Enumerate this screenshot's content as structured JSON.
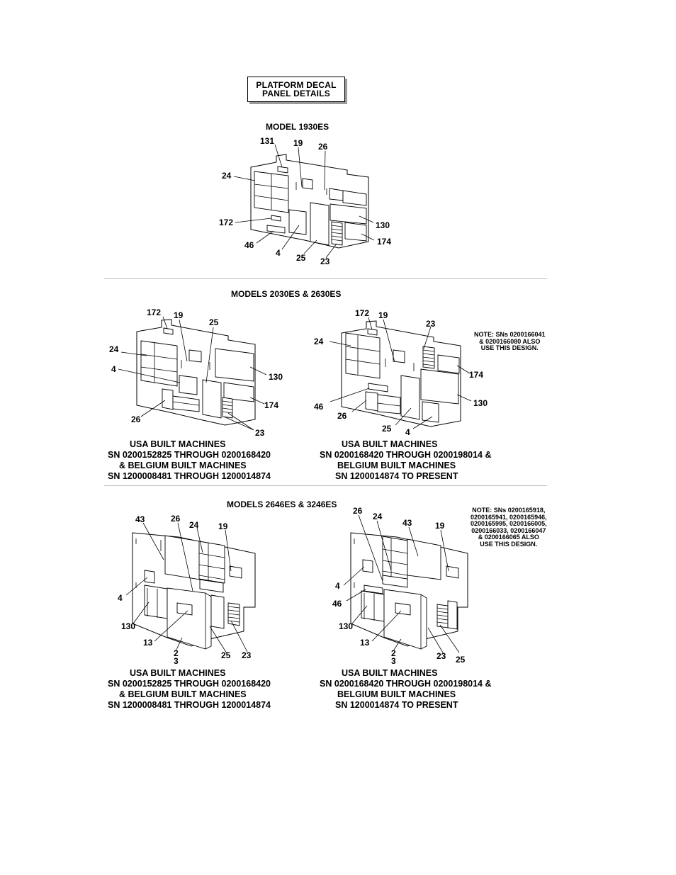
{
  "header": {
    "title_line1": "PLATFORM DECAL",
    "title_line2": "PANEL DETAILS"
  },
  "section1": {
    "heading": "MODEL 1930ES",
    "callouts": {
      "c131": "131",
      "c19": "19",
      "c26": "26",
      "c24": "24",
      "c172": "172",
      "c130": "130",
      "c46": "46",
      "c4": "4",
      "c174": "174",
      "c25": "25",
      "c23": "23"
    }
  },
  "section2": {
    "heading": "MODELS 2030ES & 2630ES",
    "left": {
      "callouts": {
        "c172": "172",
        "c19": "19",
        "c25": "25",
        "c24": "24",
        "c4": "4",
        "c130": "130",
        "c26": "26",
        "c174": "174",
        "c23": "23"
      },
      "sn_lines": [
        "USA BUILT MACHINES",
        "SN 0200152825 THROUGH 0200168420",
        "& BELGIUM BUILT MACHINES",
        "SN 1200008481 THROUGH 1200014874"
      ]
    },
    "right": {
      "callouts": {
        "c172": "172",
        "c19": "19",
        "c23": "23",
        "c24": "24",
        "c174": "174",
        "c46": "46",
        "c26": "26",
        "c130": "130",
        "c25": "25",
        "c4": "4"
      },
      "note_lines": [
        "NOTE: SNs 0200166041",
        "& 0200166080 ALSO",
        "USE THIS DESIGN."
      ],
      "sn_lines": [
        "USA BUILT MACHINES",
        "SN 0200168420 THROUGH 0200198014 &",
        "BELGIUM BUILT MACHINES",
        "SN 1200014874 TO PRESENT"
      ]
    }
  },
  "section3": {
    "heading": "MODELS 2646ES & 3246ES",
    "left": {
      "callouts": {
        "c43": "43",
        "c26": "26",
        "c24": "24",
        "c19": "19",
        "c4": "4",
        "c130": "130",
        "c13": "13",
        "c2": "2",
        "c3": "3",
        "c25": "25",
        "c23": "23"
      },
      "sn_lines": [
        "USA BUILT MACHINES",
        "SN 0200152825 THROUGH 0200168420",
        "& BELGIUM BUILT MACHINES",
        "SN 1200008481 THROUGH 1200014874"
      ]
    },
    "right": {
      "callouts": {
        "c26": "26",
        "c24": "24",
        "c43": "43",
        "c19": "19",
        "c4": "4",
        "c46": "46",
        "c130": "130",
        "c13": "13",
        "c2": "2",
        "c3": "3",
        "c23": "23",
        "c25": "25"
      },
      "note_lines": [
        "NOTE: SNs 0200165918,",
        "0200165941, 0200165946,",
        "0200165995, 0200166005,",
        "0200166033, 0200166047",
        "& 0200166065 ALSO",
        "USE THIS DESIGN."
      ],
      "sn_lines": [
        "USA BUILT MACHINES",
        "SN 0200168420 THROUGH 0200198014 &",
        "BELGIUM BUILT MACHINES",
        "SN 1200014874 TO PRESENT"
      ]
    }
  }
}
